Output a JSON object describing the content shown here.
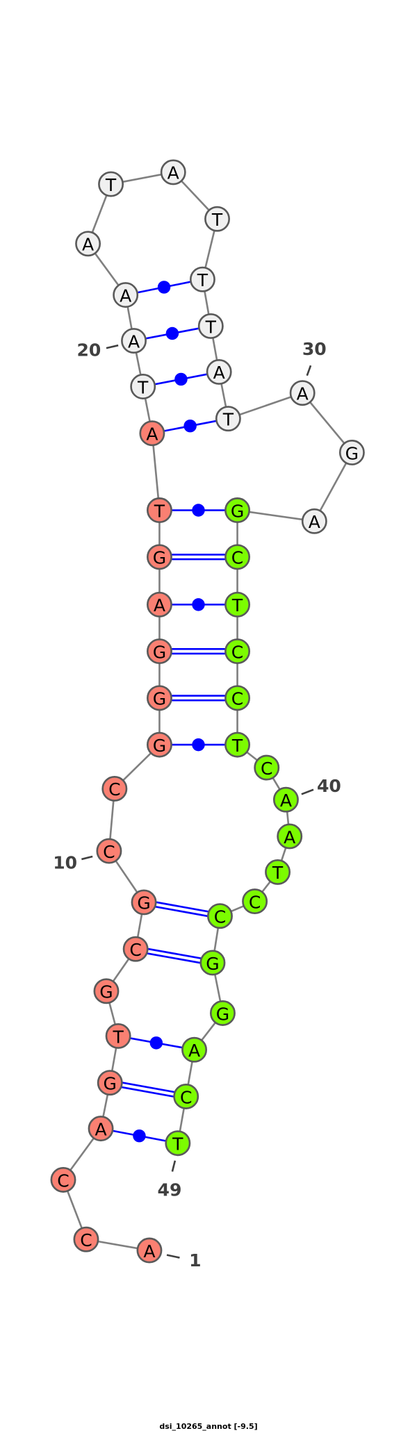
{
  "title": "dsi_10265_annot [-9.5]",
  "chart_data": {
    "type": "rna-secondary-structure",
    "sequence": "ACCAGTGCGCCGGGAGTATAAATATTTATAGAGCTCCTCAATCCGGACT",
    "pairs": [
      [
        4,
        49
      ],
      [
        5,
        48
      ],
      [
        6,
        47
      ],
      [
        8,
        45
      ],
      [
        9,
        44
      ],
      [
        12,
        38
      ],
      [
        13,
        37
      ],
      [
        14,
        36
      ],
      [
        15,
        35
      ],
      [
        16,
        34
      ],
      [
        17,
        33
      ],
      [
        18,
        29
      ],
      [
        19,
        28
      ],
      [
        20,
        27
      ],
      [
        21,
        26
      ]
    ],
    "regions": [
      {
        "from": 1,
        "to": 18,
        "color": "#fa8072"
      },
      {
        "from": 19,
        "to": 32,
        "color": "#f0f0f0"
      },
      {
        "from": 33,
        "to": 49,
        "color": "#7cfc00"
      }
    ],
    "position_labels": [
      "1",
      "10",
      "20",
      "30",
      "40",
      "49"
    ],
    "pair_color": "#0000ff"
  }
}
